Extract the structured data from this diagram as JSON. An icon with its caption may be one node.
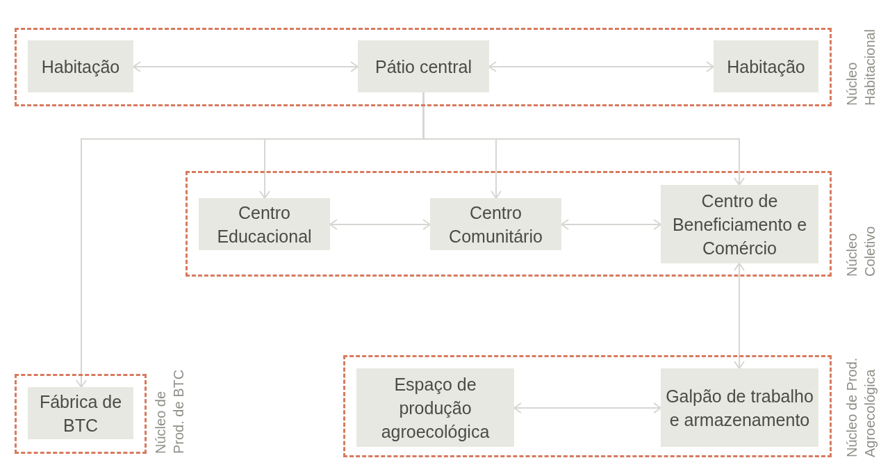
{
  "diagram": {
    "nodes": [
      {
        "text": [
          "Núcleo Habitacional"
        ]
      },
      {
        "text": [
          "Habitação"
        ],
        "in": 0
      },
      {
        "text": [
          "Pátio central"
        ],
        "in": 0
      },
      {
        "text": [
          "Habitação"
        ],
        "in": 0
      },
      {
        "text": [
          "Núcleo Coletivo"
        ]
      },
      {
        "text": [
          "Centro Educacional"
        ],
        "in": 4
      },
      {
        "text": [
          "Centro Comunitário"
        ],
        "in": 4
      },
      {
        "text": [
          "Centro de Beneficiamento e Comércio"
        ],
        "in": 4
      },
      {
        "text": [
          "Núcleo de Prod. de BTC"
        ]
      },
      {
        "text": [
          "Fábrica de BTC"
        ],
        "in": 8
      },
      {
        "text": [
          "Núcleo de Prod. Agroecológica"
        ]
      },
      {
        "text": [
          "Espaço de produção agroecológica"
        ],
        "in": 10
      },
      {
        "text": [
          "Galpão de trabalho e armazenamento"
        ],
        "in": 10
      }
    ],
    "edges": [
      {
        "from": 1,
        "to": 2,
        "arrow": "both"
      },
      {
        "from": 2,
        "to": 3,
        "arrow": "both"
      },
      {
        "from": 2,
        "to": 5,
        "arrow": "to"
      },
      {
        "from": 2,
        "to": 6,
        "arrow": "to"
      },
      {
        "from": 2,
        "to": 7,
        "arrow": "to"
      },
      {
        "from": 2,
        "to": 9,
        "arrow": "to"
      },
      {
        "from": 5,
        "to": 6,
        "arrow": "both"
      },
      {
        "from": 6,
        "to": 7,
        "arrow": "both"
      },
      {
        "from": 7,
        "to": 12,
        "arrow": "both"
      },
      {
        "from": 11,
        "to": 12,
        "arrow": "both"
      }
    ]
  }
}
